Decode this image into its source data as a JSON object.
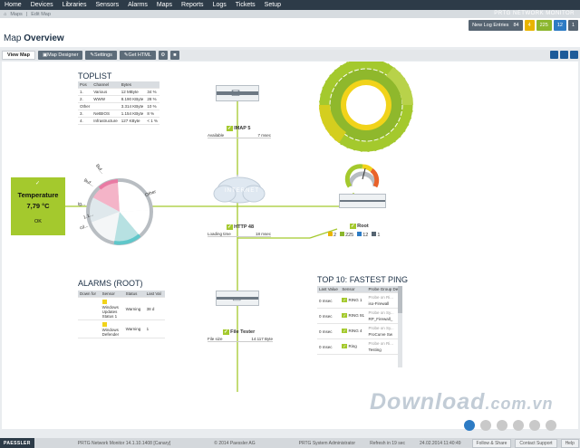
{
  "nav": {
    "items": [
      "Home",
      "Devices",
      "Libraries",
      "Sensors",
      "Alarms",
      "Maps",
      "Reports",
      "Logs",
      "Tickets",
      "Setup"
    ],
    "brand": "PRTG NETWORK MONITOR"
  },
  "breadcrumbs": [
    "Maps",
    "Edit Map"
  ],
  "page": {
    "title_prefix": "Map",
    "title_main": "Overview"
  },
  "counters": [
    {
      "label": "New Log Entries",
      "value": "84",
      "color": "#566471"
    },
    {
      "label": "",
      "value": "4",
      "color": "#e9b400"
    },
    {
      "label": "",
      "value": "225",
      "color": "#8bb62d"
    },
    {
      "label": "",
      "value": "12",
      "color": "#2d7bc4"
    },
    {
      "label": "",
      "value": "1",
      "color": "#566471"
    }
  ],
  "tabs": [
    {
      "label": "View Map",
      "active": true
    },
    {
      "label": "Map Designer",
      "active": false
    },
    {
      "label": "Settings",
      "active": false
    },
    {
      "label": "Get HTML",
      "active": false
    }
  ],
  "toplist": {
    "title": "TOPLIST",
    "headers": [
      "Pos",
      "Channel",
      "Bytes",
      ""
    ],
    "rows": [
      [
        "1.",
        "Various",
        "12 MByte",
        "34 %"
      ],
      [
        "2.",
        "WWW",
        "8.190 KByte",
        "28 %"
      ],
      [
        "Other",
        "",
        "3.314 KByte",
        "10 %"
      ],
      [
        "3.",
        "NetBIOS",
        "1.154 KByte",
        "8 %"
      ],
      [
        "4.",
        "Infrastructure",
        "127 KByte",
        "< 1 %"
      ]
    ]
  },
  "temperature": {
    "label": "Temperature",
    "value": "7,79 °C",
    "status": "OK"
  },
  "pie_labels": [
    "Other",
    "Buf...",
    "ig...",
    "cd...",
    "1.1...",
    "Buf..."
  ],
  "imap": {
    "name": "IMAP 5",
    "left": "Available",
    "right": "7 msec"
  },
  "http": {
    "name": "HTTP 48",
    "left": "Loading time",
    "right": "18 msec"
  },
  "file": {
    "name": "File Tester",
    "left": "File size",
    "right": "14.117 Byte"
  },
  "internet_label": "INTERNET",
  "root": {
    "name": "Root",
    "counts": [
      {
        "value": "2",
        "color": "#e9b400"
      },
      {
        "value": "225",
        "color": "#8bb62d"
      },
      {
        "value": "12",
        "color": "#2d7bc4"
      },
      {
        "value": "1",
        "color": "#566471"
      }
    ]
  },
  "alarms": {
    "title": "ALARMS (ROOT)",
    "headers": [
      "Down for",
      "Sensor",
      "Status",
      "Last Val"
    ],
    "rows": [
      {
        "sensor": "Windows Updates Status 1",
        "status": "Warning",
        "last": "38 d"
      },
      {
        "sensor": "Windows Defender",
        "status": "Warning",
        "last": "1"
      }
    ]
  },
  "fastest": {
    "title": "TOP 10: FASTEST PING",
    "headers": [
      "Last Value",
      "Sensor",
      "Probe Group De"
    ],
    "rows": [
      {
        "value": "0 msec",
        "sensor": "RING 1",
        "probe": "Probe on Ri...",
        "device": "iso-Firewall"
      },
      {
        "value": "0 msec",
        "sensor": "RING 91",
        "probe": "Probe on Sy...",
        "device": "RP_Firewall_"
      },
      {
        "value": "0 msec",
        "sensor": "RING 4",
        "probe": "Probe on Sy...",
        "device": "ProCurve Sw"
      },
      {
        "value": "0 msec",
        "sensor": "Ring",
        "probe": "Probe on Ri...",
        "device": "Testing"
      }
    ]
  },
  "watermark": {
    "text": "Download",
    "suffix": ".com.vn"
  },
  "dots": [
    "#2d7bc4",
    "#c9c9c9",
    "#c9c9c9",
    "#c9c9c9",
    "#c9c9c9",
    "#c9c9c9"
  ],
  "footer": {
    "logo": "PAESSLER",
    "version": "PRTG Network Monitor 14.1.10.1408 [Canary]",
    "copyright": "© 2014 Paessler AG",
    "user": "PRTG System Administrator",
    "refresh": "Refresh in 19 sec",
    "time": "24.02.2014 11:40:49",
    "buttons": [
      "Follow & Share",
      "Contact Support",
      "Help"
    ]
  },
  "colors": {
    "nav_bg": "#2d3b48",
    "green": "#a4c92d",
    "yellow": "#f1d31a",
    "pie_gray": "#b8bdc2",
    "pie_pink": "#f4b4c8",
    "pie_teal": "#b7e1e2"
  }
}
